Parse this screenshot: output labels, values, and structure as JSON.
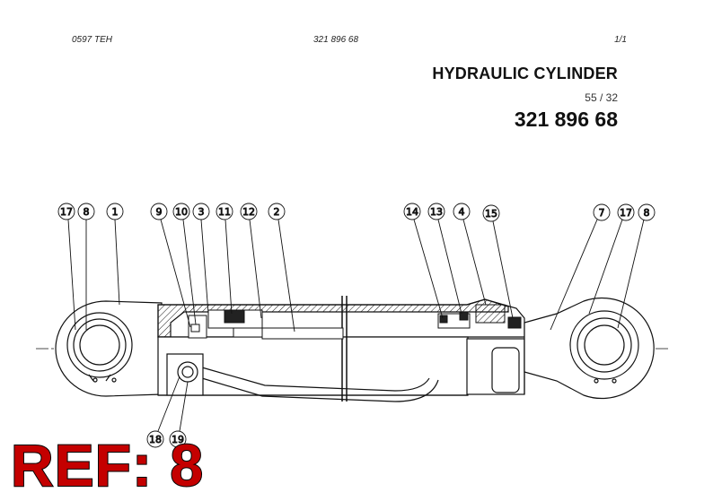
{
  "header": {
    "left_code": "0597 TEH",
    "center_code": "321 896 68",
    "page": "1/1"
  },
  "title": "HYDRAULIC CYLINDER",
  "subtitle": "55 / 32",
  "part_number": "321 896 68",
  "callouts": [
    "17",
    "8",
    "1",
    "9",
    "10",
    "3",
    "11",
    "12",
    "2",
    "14",
    "13",
    "4",
    "15",
    "7",
    "17",
    "8",
    "18",
    "19"
  ],
  "ref_label": "REF: 8",
  "colors": {
    "ref_fill": "#c40000",
    "ref_outline": "#000000",
    "line": "#111111"
  }
}
